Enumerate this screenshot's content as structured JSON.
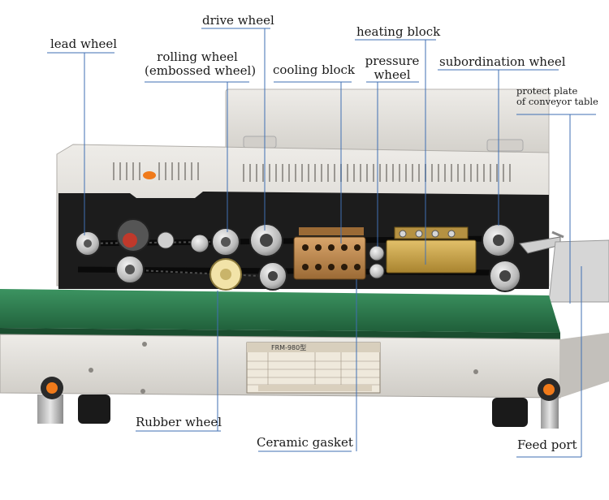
{
  "labels": {
    "lead_wheel": "lead wheel",
    "drive_wheel": "drive wheel",
    "rolling_wheel_line1": "rolling wheel",
    "rolling_wheel_line2": "(embossed wheel)",
    "cooling_block": "cooling block",
    "heating_block": "heating block",
    "pressure_wheel_line1": "pressure",
    "pressure_wheel_line2": "wheel",
    "subordination_wheel": "subordination wheel",
    "protect_plate_line1": "protect plate",
    "protect_plate_line2": "of conveyor table",
    "rubber_wheel": "Rubber wheel",
    "ceramic_gasket": "Ceramic gasket",
    "feed_port": "Feed port"
  },
  "nameplate": {
    "model": "FRM-980型"
  },
  "colors": {
    "machine_body": "#e4e1dc",
    "panel": "#1c1c1c",
    "conveyor": "#2d7d4e",
    "heating_block": "#c9a24a",
    "knob": "#f07a1a",
    "leader_line": "#3f6fb3"
  }
}
